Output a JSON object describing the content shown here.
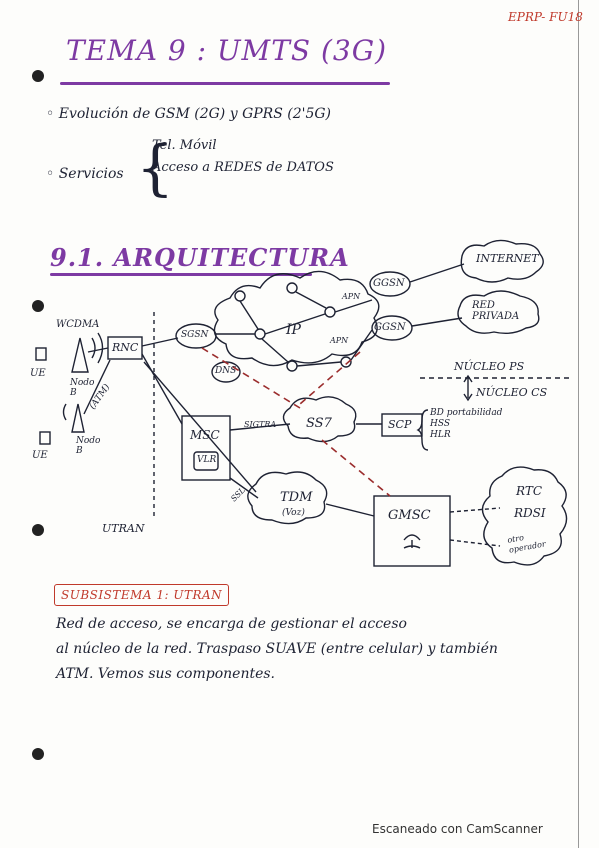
{
  "header": {
    "code": "EPRP- FU18"
  },
  "title": "TEMA 9 : UMTS (3G)",
  "bullets": {
    "evolution": "Evolución de GSM (2G) y GPRS (2'5G)",
    "services_label": "Servicios",
    "services": [
      "Tel. Móvil",
      "Acceso a REDES de DATOS"
    ]
  },
  "section_title": "9.1. ARQUITECTURA",
  "diagram": {
    "labels": {
      "wcdma": "WCDMA",
      "ue": "UE",
      "nodo_b": "Nodo B",
      "rnc": "RNC",
      "atm": "(ATM)",
      "utran": "UTRAN",
      "sgsn": "SGSN",
      "ggsn": "GGSN",
      "ip": "IP",
      "dns": "DNS",
      "apn": "APN",
      "internet": "INTERNET",
      "red_privada": "RED PRIVADA",
      "nucleo_ps": "NÚCLEO PS",
      "nucleo_cs": "NÚCLEO CS",
      "ss7": "SS7",
      "scp": "SCP",
      "scp_notes": [
        "BD portabilidad",
        "HSS",
        "HLR"
      ],
      "msc": "MSC",
      "vlr": "VLR",
      "sigtra": "SIGTRA",
      "ssl": "SSL",
      "tdm": "TDM",
      "voz": "(Voz)",
      "gmsc": "GMSC",
      "rtc": "RTC",
      "rdsi": "RDSI",
      "otro_operador": "otro operador"
    }
  },
  "subsystem": {
    "heading": "SUBSISTEMA 1: UTRAN",
    "lines": [
      "Red de acceso, se encarga de gestionar el acceso",
      "al núcleo de la red. Traspaso SUAVE (entre celular) y también",
      "ATM. Vemos sus componentes."
    ]
  },
  "footer": "Escaneado con CamScanner",
  "colors": {
    "ink": "#1e2233",
    "accent": "#7d3aa3",
    "dashed": "#9b2d2d",
    "box_outline": "#c0392b"
  }
}
